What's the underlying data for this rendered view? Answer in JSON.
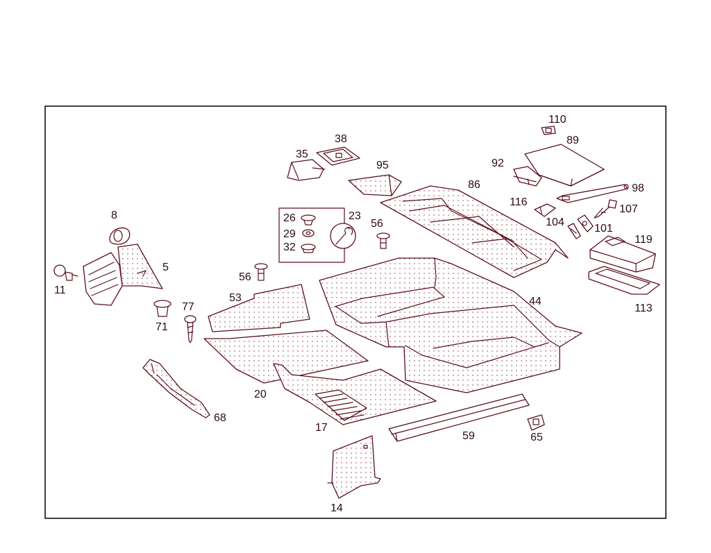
{
  "colors": {
    "line": "#5a0f1c",
    "label": "#2b0a10",
    "frame": "#000000",
    "background": "#ffffff"
  },
  "labels": {
    "p110": "110",
    "p89": "89",
    "p38": "38",
    "p35": "35",
    "p95": "95",
    "p92": "92",
    "p86": "86",
    "p98": "98",
    "p116": "116",
    "p107": "107",
    "p104": "104",
    "p101": "101",
    "p8": "8",
    "p26": "26",
    "p23": "23",
    "p56a": "56",
    "p29": "29",
    "p32": "32",
    "p119": "119",
    "p5": "5",
    "p11": "11",
    "p56b": "56",
    "p53": "53",
    "p113": "113",
    "p77": "77",
    "p44": "44",
    "p71": "71",
    "p20": "20",
    "p68": "68",
    "p17": "17",
    "p59": "59",
    "p65": "65",
    "p14": "14"
  }
}
